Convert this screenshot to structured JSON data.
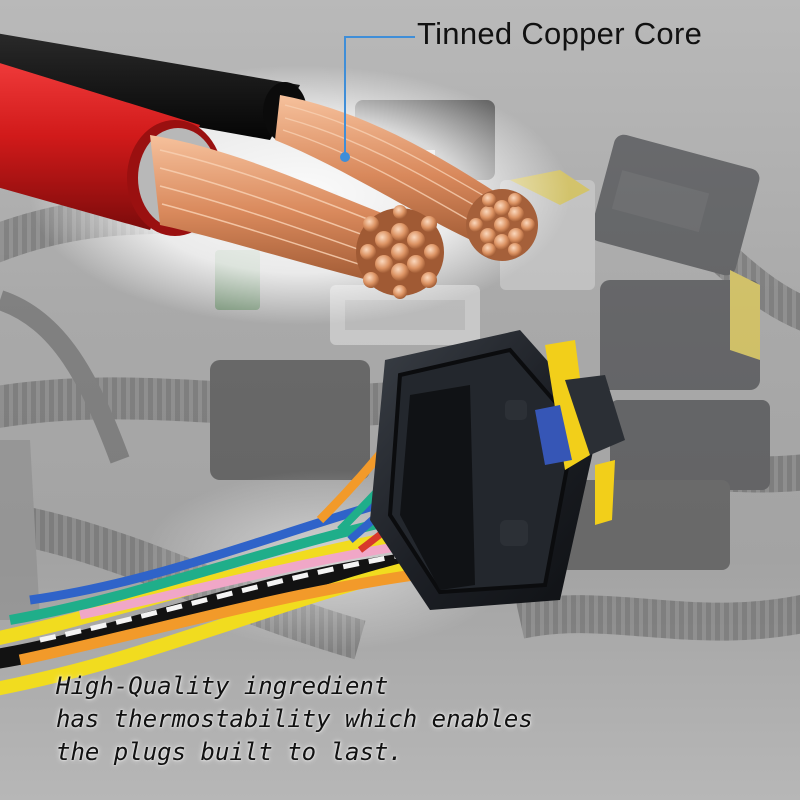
{
  "callout": {
    "label": "Tinned Copper Core"
  },
  "caption": {
    "lines": [
      "High-Quality ingredient",
      "has thermostability which enables",
      "the plugs built to last."
    ]
  },
  "colors": {
    "background": "#a9a9a9",
    "callout_line": "#3f8ed8",
    "cable_jacket_red": "#d11a1a",
    "cable_jacket_black": "#121212",
    "copper": "#d9895c",
    "connector_body": "#1a1d22",
    "connector_latch": "#f2cf1a",
    "wire_yellow": "#f1dc1f",
    "wire_orange": "#f29a2a",
    "wire_green": "#1fae8a",
    "wire_blue": "#2f63c9",
    "wire_pink": "#f0a7c7",
    "wire_white": "#f4f4f4"
  }
}
